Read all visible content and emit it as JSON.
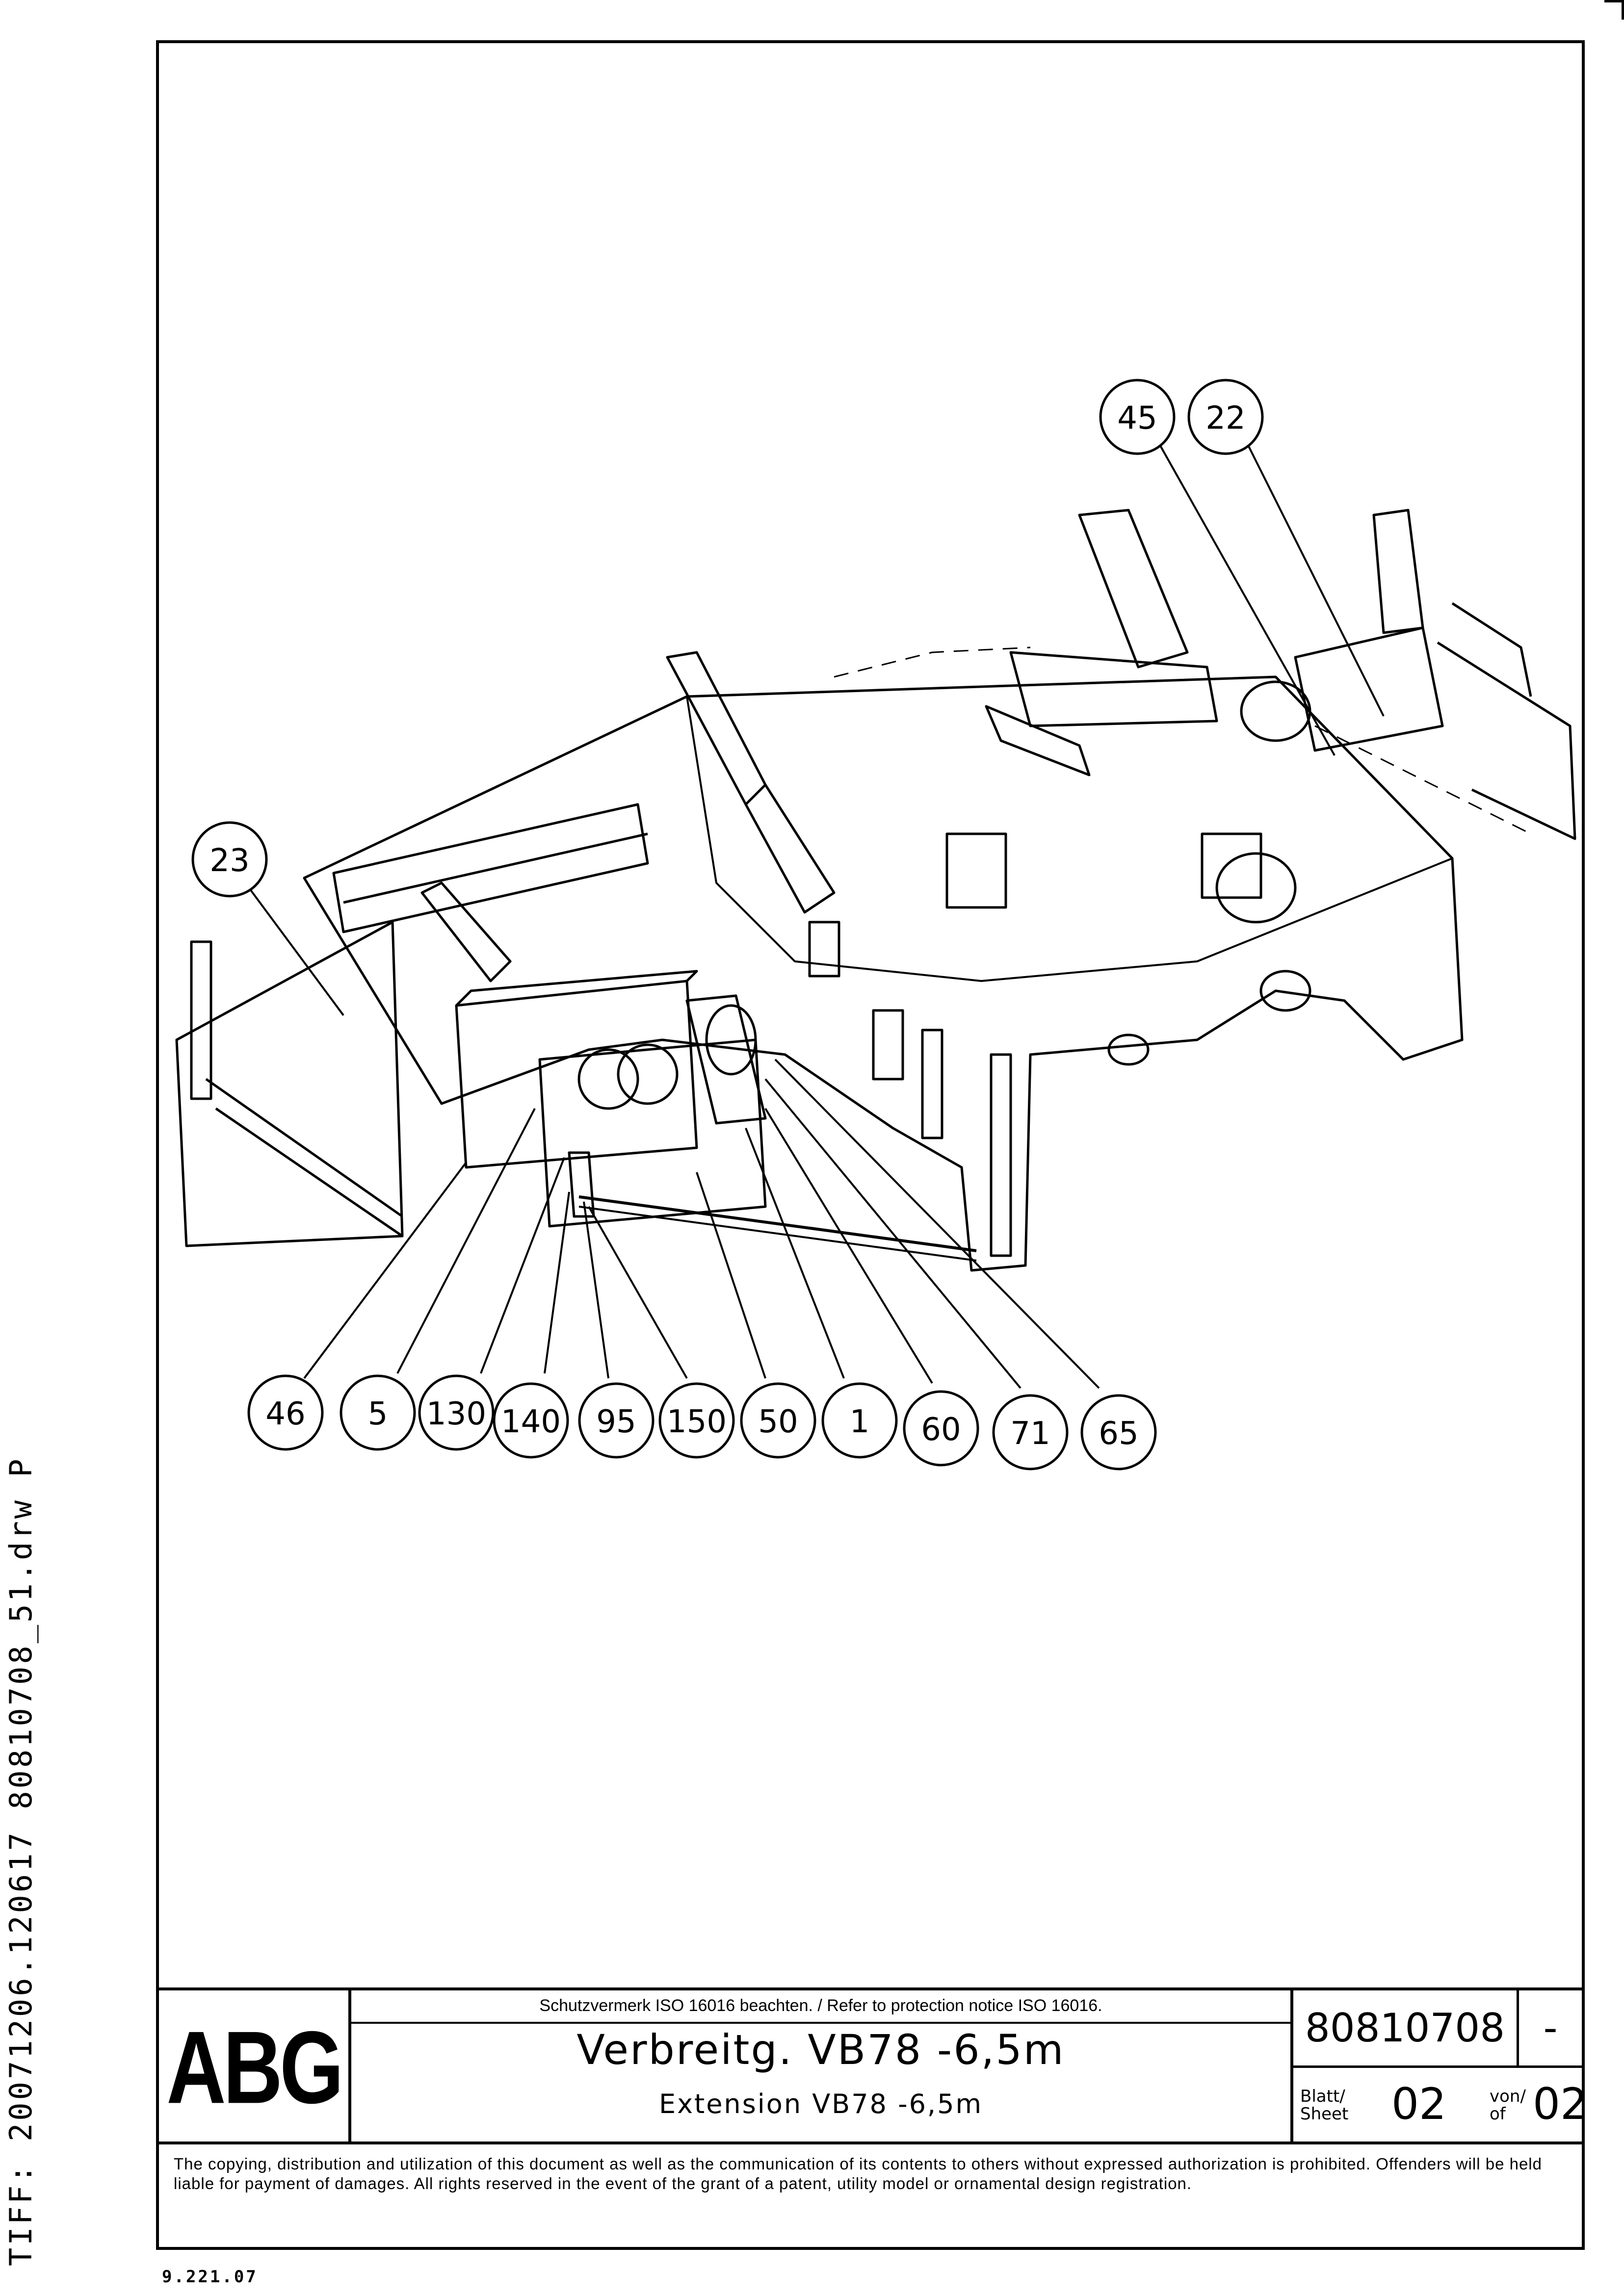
{
  "side_label": "TIFF:  20071206.120617  80810708_51.drw P",
  "corner_code": "9.221.07",
  "callouts": [
    {
      "id": "45"
    },
    {
      "id": "22"
    },
    {
      "id": "23"
    },
    {
      "id": "46"
    },
    {
      "id": "5"
    },
    {
      "id": "130"
    },
    {
      "id": "140"
    },
    {
      "id": "95"
    },
    {
      "id": "150"
    },
    {
      "id": "50"
    },
    {
      "id": "1"
    },
    {
      "id": "60"
    },
    {
      "id": "71"
    },
    {
      "id": "65"
    }
  ],
  "title_block": {
    "logo": "ABG",
    "protection_notice": "Schutzvermerk ISO 16016 beachten. / Refer to protection notice ISO 16016.",
    "title_de": "Verbreitg. VB78 -6,5m",
    "title_en": "Extension VB78 -6,5m",
    "doc_number": "80810708",
    "revision": "-",
    "sheet_label_1": "Blatt/",
    "sheet_label_2": "Sheet",
    "sheet_value": "02",
    "of_label_1": "von/",
    "of_label_2": "of",
    "of_value": "02"
  },
  "copyright": "The copying, distribution and utilization of this document as well as the communication of its contents to others without expressed authorization is prohibited. Offenders will be held liable for payment of damages. All rights reserved in the event of the grant of a patent, utility model or ornamental design registration."
}
